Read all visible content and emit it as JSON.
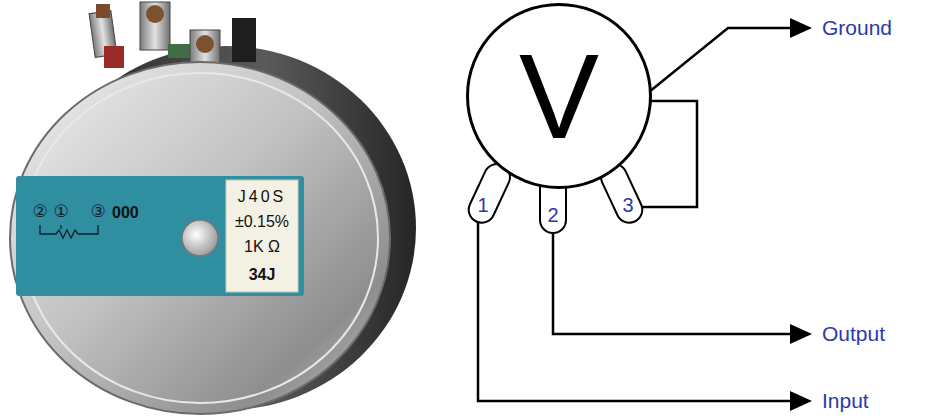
{
  "diagram": {
    "nodes": [
      {
        "text": [
          "V"
        ]
      },
      {
        "text": [
          "1"
        ]
      },
      {
        "text": [
          "2"
        ]
      },
      {
        "text": [
          "3"
        ]
      }
    ],
    "edges": [
      {
        "from": 3,
        "to": 0,
        "arrow": "none"
      }
    ],
    "labels": [
      "②",
      "①",
      "③",
      "000",
      "J40S",
      "±0.15%",
      "1K Ω",
      "34J",
      "Ground",
      "Output",
      "Input"
    ]
  }
}
